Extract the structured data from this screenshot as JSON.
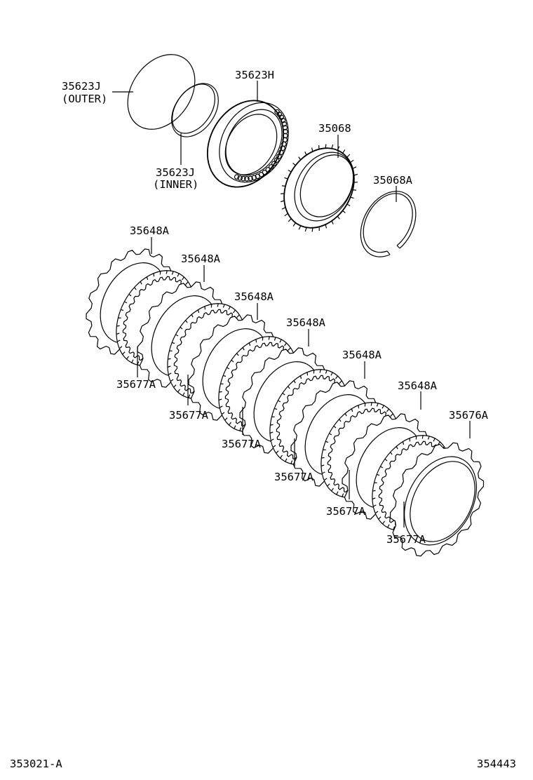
{
  "labels": {
    "outer_ring_code": "35623J",
    "outer_ring_note": "(OUTER)",
    "inner_ring_code": "35623J",
    "inner_ring_note": "(INNER)",
    "clutch_hub": "35623H",
    "one_way_clutch": "35068",
    "snap_ring": "35068A",
    "plate_648": [
      "35648A",
      "35648A",
      "35648A",
      "35648A",
      "35648A",
      "35648A"
    ],
    "plate_677": [
      "35677A",
      "35677A",
      "35677A",
      "35677A",
      "35677A",
      "35677A"
    ],
    "flange": "35676A"
  },
  "footer": {
    "left_code": "353021-A",
    "right_code": "354443"
  }
}
